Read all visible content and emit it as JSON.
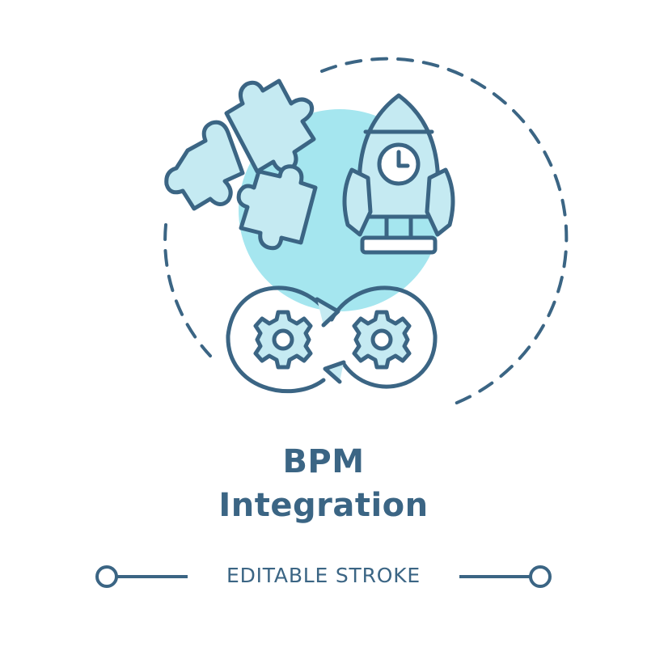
{
  "title": {
    "line1": "BPM",
    "line2": "Integration"
  },
  "caption": "EDITABLE STROKE",
  "icons": [
    "puzzle-icon",
    "rocket-icon",
    "clock-icon",
    "gear-icon",
    "infinity-arrows-icon"
  ],
  "colors": {
    "stroke": "#3b6584",
    "fill": "#c5eaf2",
    "accent": "#9fe3ee",
    "background": "#ffffff"
  }
}
